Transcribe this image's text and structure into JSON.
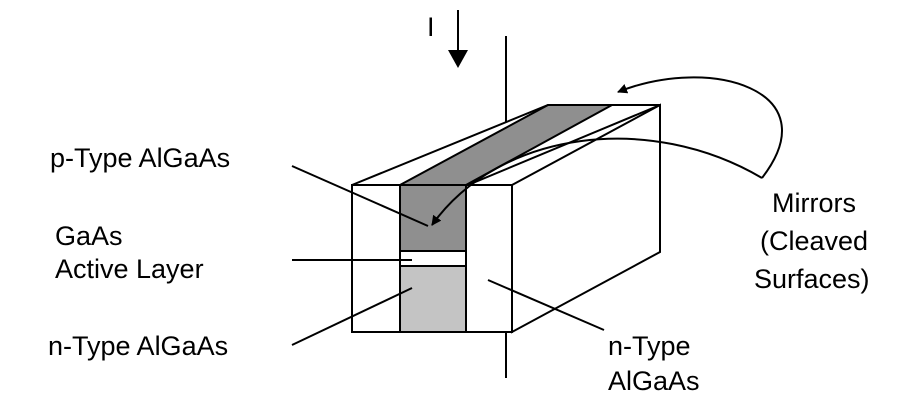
{
  "labels": {
    "current": "I",
    "p_type": "p-Type AlGaAs",
    "active_line1": "GaAs",
    "active_line2": "Active Layer",
    "n_type_left": "n-Type AlGaAs",
    "n_type_right_line1": "n-Type",
    "n_type_right_line2": "AlGaAs",
    "mirrors_line1": "Mirrors",
    "mirrors_line2": "(Cleaved",
    "mirrors_line3": "Surfaces)"
  },
  "colors": {
    "p_region": "#8f8f8f",
    "n_region": "#c4c4c4",
    "block": "#ffffff",
    "outline": "#000000"
  }
}
